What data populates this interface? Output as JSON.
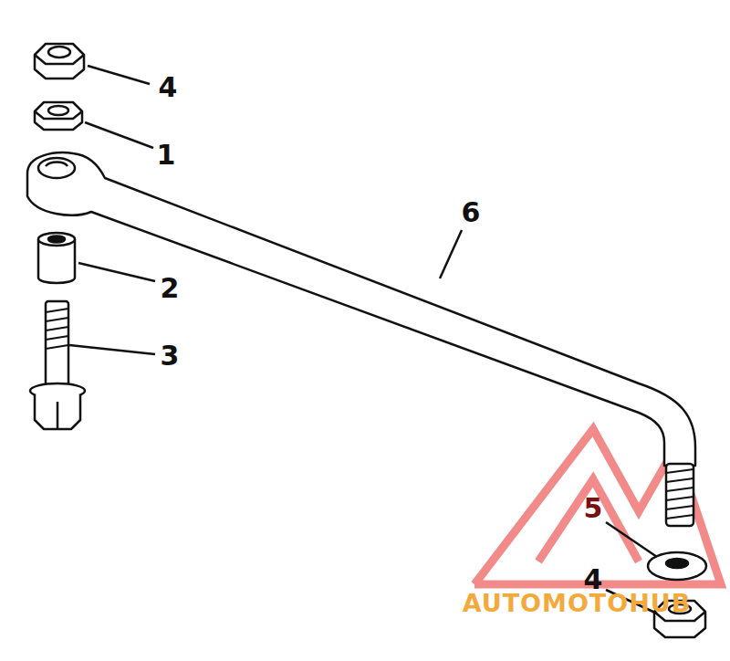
{
  "diagram": {
    "labels": [
      "4",
      "1",
      "6",
      "2",
      "3",
      "5",
      "4",
      "AUTOMOTOHUB"
    ]
  }
}
